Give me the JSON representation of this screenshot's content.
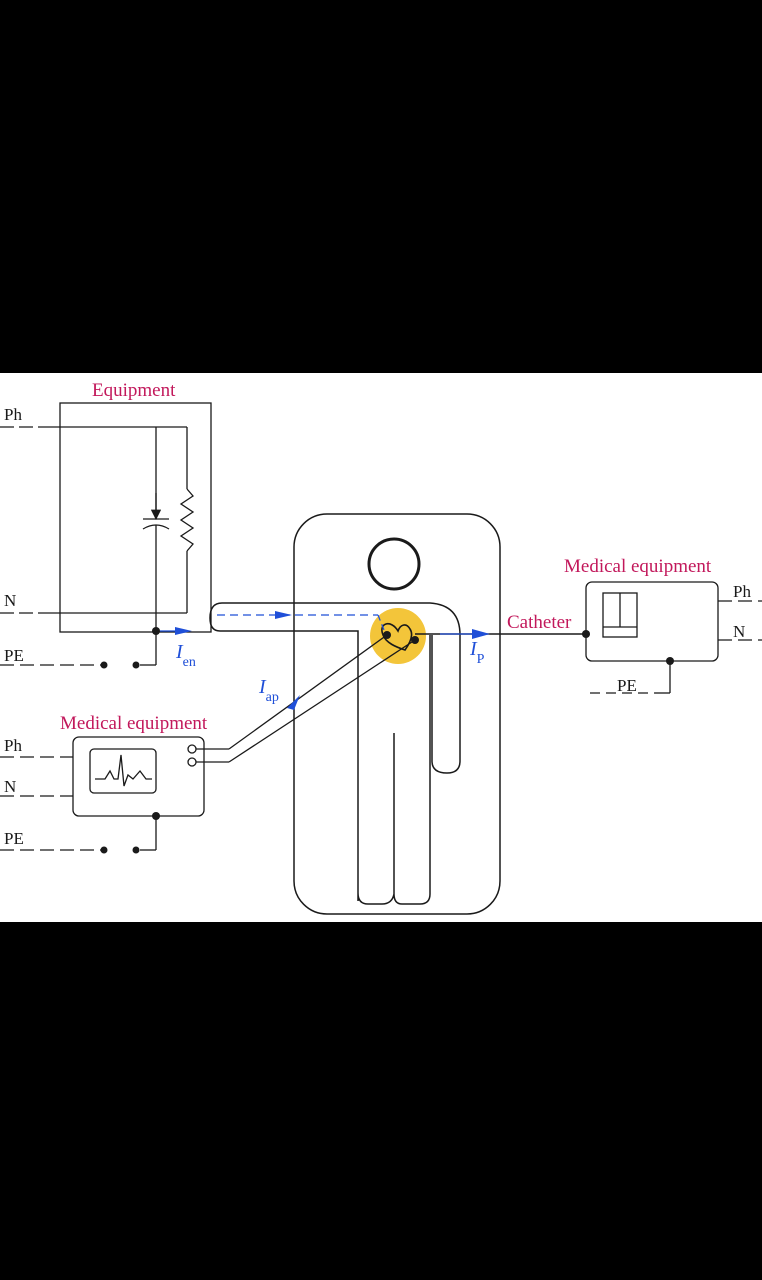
{
  "colors": {
    "label": "#c2185b",
    "current": "#1f4fd8",
    "line": "#1a1a1a",
    "heart": "#f3c53a",
    "background": "#ffffff"
  },
  "equipment": {
    "title": "Equipment",
    "ph": "Ph",
    "n": "N",
    "pe": "PE"
  },
  "medical_left": {
    "title": "Medical equipment",
    "ph": "Ph",
    "n": "N",
    "pe": "PE"
  },
  "medical_right": {
    "title": "Medical equipment",
    "ph": "Ph",
    "n": "N",
    "pe": "PE"
  },
  "catheter": "Catheter",
  "currents": {
    "en": {
      "symbol": "I",
      "sub": "en"
    },
    "ap": {
      "symbol": "I",
      "sub": "ap"
    },
    "p": {
      "symbol": "I",
      "sub": "P"
    }
  }
}
